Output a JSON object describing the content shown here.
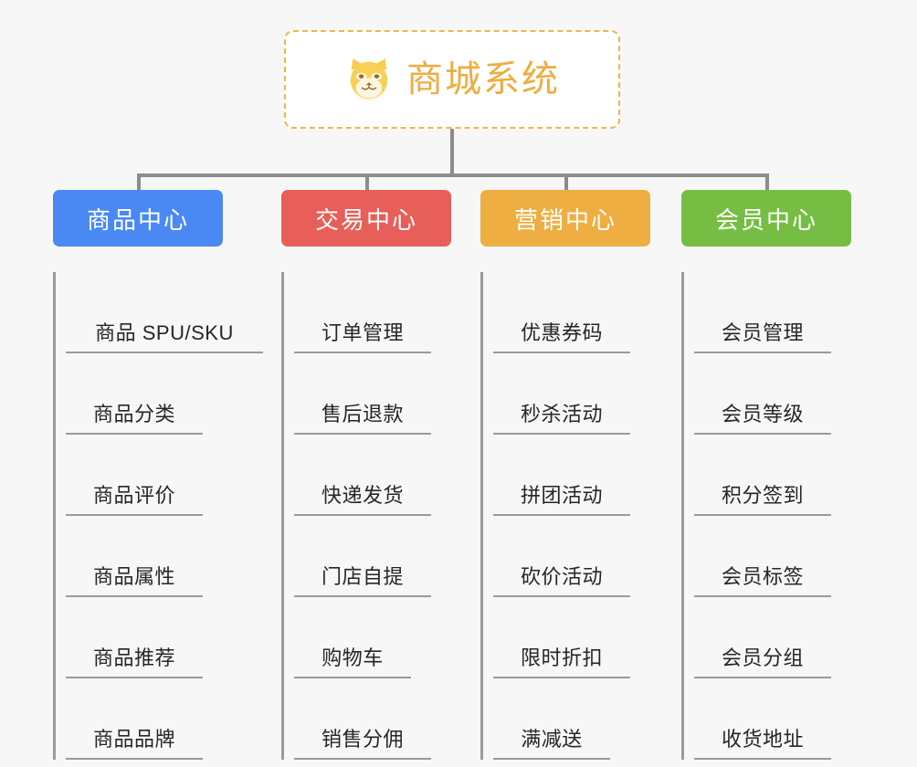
{
  "root": {
    "title": "商城系统",
    "icon": "dog-face-icon",
    "border_color": "#f0b649",
    "text_color": "#edad3f"
  },
  "canvas": {
    "background": "#f7f7f7",
    "connector_color": "#8c8c8c"
  },
  "branches": [
    {
      "label": "商品中心",
      "color": "#4a89f3",
      "items": [
        {
          "label": "商品 SPU/SKU"
        },
        {
          "label": "商品分类"
        },
        {
          "label": "商品评价"
        },
        {
          "label": "商品属性"
        },
        {
          "label": "商品推荐"
        },
        {
          "label": "商品品牌"
        }
      ]
    },
    {
      "label": "交易中心",
      "color": "#e75f58",
      "items": [
        {
          "label": "订单管理"
        },
        {
          "label": "售后退款"
        },
        {
          "label": "快递发货"
        },
        {
          "label": "门店自提"
        },
        {
          "label": "购物车"
        },
        {
          "label": "销售分佣"
        }
      ]
    },
    {
      "label": "营销中心",
      "color": "#eeae41",
      "items": [
        {
          "label": "优惠券码"
        },
        {
          "label": "秒杀活动"
        },
        {
          "label": "拼团活动"
        },
        {
          "label": "砍价活动"
        },
        {
          "label": "限时折扣"
        },
        {
          "label": "满减送"
        }
      ]
    },
    {
      "label": "会员中心",
      "color": "#76be43",
      "items": [
        {
          "label": "会员管理"
        },
        {
          "label": "会员等级"
        },
        {
          "label": "积分签到"
        },
        {
          "label": "会员标签"
        },
        {
          "label": "会员分组"
        },
        {
          "label": "收货地址"
        }
      ]
    }
  ]
}
